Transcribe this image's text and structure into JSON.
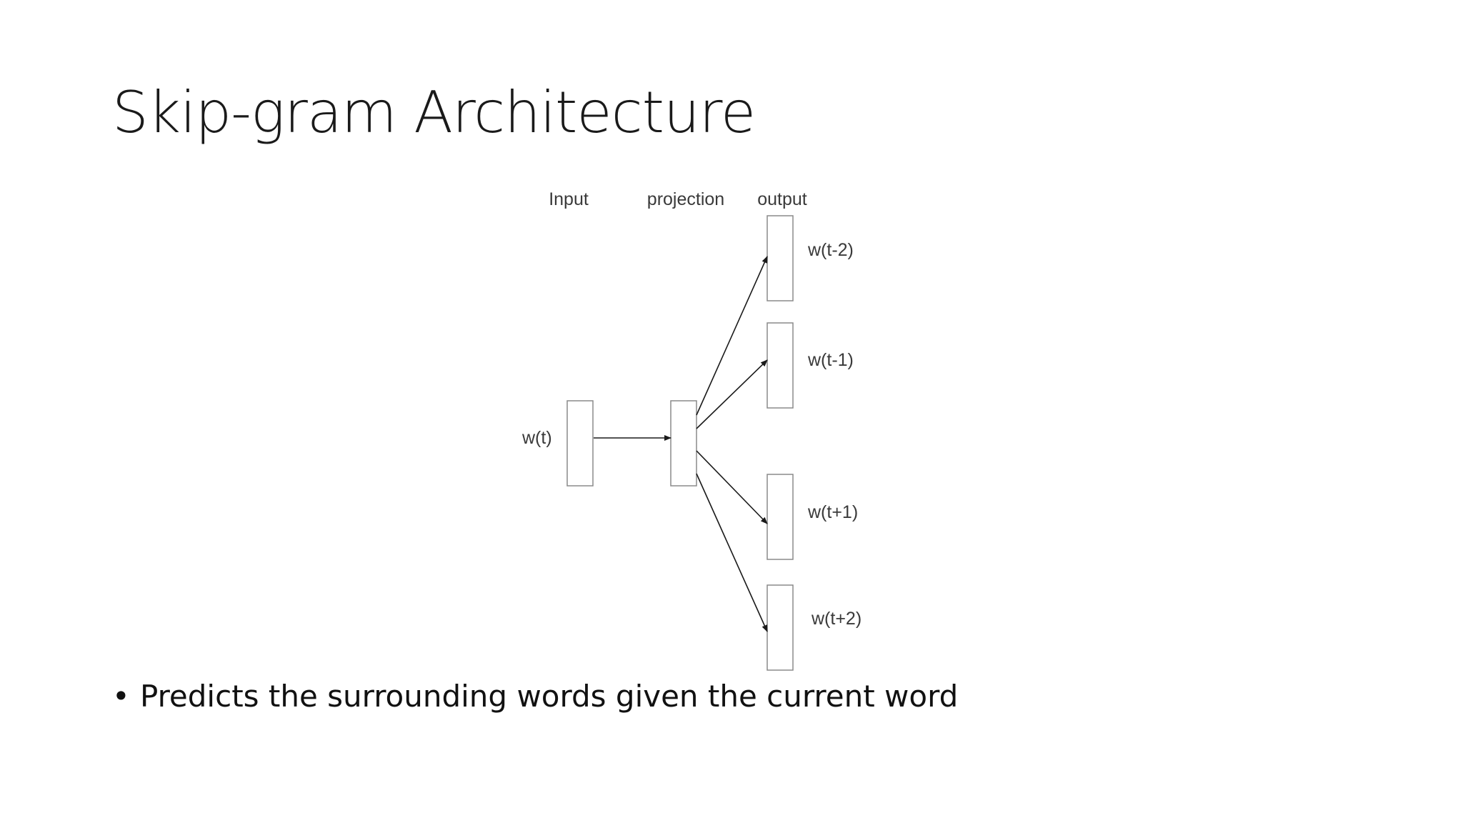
{
  "slide": {
    "title": "Skip-gram Architecture",
    "bullets": [
      "Predicts the surrounding words given the current word"
    ],
    "bullet_marker": "•"
  },
  "diagram": {
    "layer_labels": {
      "input": "Input",
      "projection": "projection",
      "output": "output"
    },
    "input_word": "w(t)",
    "output_words": [
      "w(t-2)",
      "w(t-1)",
      "w(t+1)",
      "w(t+2)"
    ]
  }
}
